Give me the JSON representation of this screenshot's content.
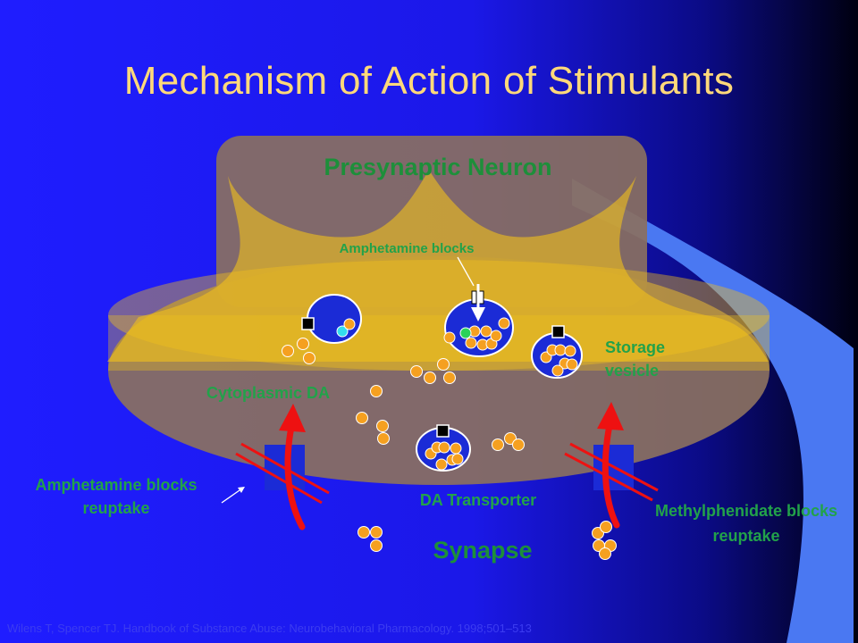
{
  "slide": {
    "title": "Mechanism of Action of Stimulants",
    "citation": "Wilens T, Spencer TJ.  Handbook of Substance Abuse: Neurobehavioral Pharmacology. 1998;501–513"
  },
  "labels": {
    "presynaptic_neuron": "Presynaptic Neuron",
    "amphetamine_blocks_vesicle": "Amphetamine blocks",
    "storage_vesicle": "Storage vesicle",
    "cytoplasmic_da": "Cytoplasmic DA",
    "da_transporter": "DA Transporter",
    "amphetamine_blocks_reuptake": "Amphetamine blocks reuptake",
    "methylphenidate_blocks_reuptake": "Methylphenidate blocks reuptake",
    "synapse": "Synapse"
  },
  "colors": {
    "background": "#1f1dff",
    "title": "#ffd97a",
    "label_green": "#22a24a",
    "neuron_body": "#8a7060",
    "neuron_glow": "#f2c21a",
    "vesicle": "#1b2bd6",
    "dopamine": "#f5a020",
    "arrow": "#ee1111"
  }
}
